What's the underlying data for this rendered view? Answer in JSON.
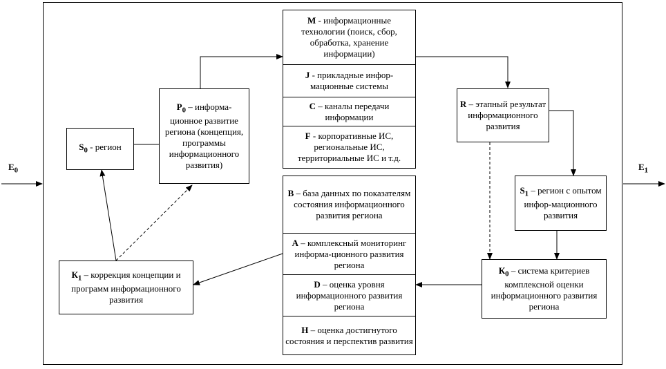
{
  "external": {
    "e0": {
      "letter": "E",
      "sub": "0"
    },
    "e1": {
      "letter": "E",
      "sub": "1"
    }
  },
  "blocks": {
    "s0": {
      "letter": "S",
      "sub": "0",
      "text": " - регион"
    },
    "p0": {
      "letter": "P",
      "sub": "0",
      "text": " – информа-ционное развитие региона (концепция, программы информационного развития)"
    },
    "r": {
      "letter": "R",
      "sub": "",
      "text": " – этапный результат информационного развития"
    },
    "s1": {
      "letter": "S",
      "sub": "1",
      "text": " – регион с опытом инфор-мационного развития"
    },
    "k0": {
      "letter": "К",
      "sub": "0",
      "text": " – система критериев комплексной оценки информационного развития региона"
    },
    "k1": {
      "letter": "К",
      "sub": "1",
      "text": " – коррекция концепции и программ информационного развития"
    }
  },
  "top_stack": [
    {
      "letter": "M",
      "text": " - информационные технологии (поиск, сбор, обработка, хранение информации)"
    },
    {
      "letter": "J",
      "text": " - прикладные инфор-мационные системы"
    },
    {
      "letter": "C",
      "text": " – каналы передачи информации"
    },
    {
      "letter": "F",
      "text": " - корпоративные ИС, региональные ИС, территориальные ИС и т.д."
    }
  ],
  "bottom_stack": [
    {
      "letter": "B",
      "text": " – база данных по показателям состояния информационного развития региона"
    },
    {
      "letter": "A",
      "text": " – комплексный мониторинг информа-ционного развития региона"
    },
    {
      "letter": "D",
      "text": " – оценка уровня информационного развития региона"
    },
    {
      "letter": "H",
      "text": " – оценка достигнутого состояния и перспектив развития"
    }
  ]
}
